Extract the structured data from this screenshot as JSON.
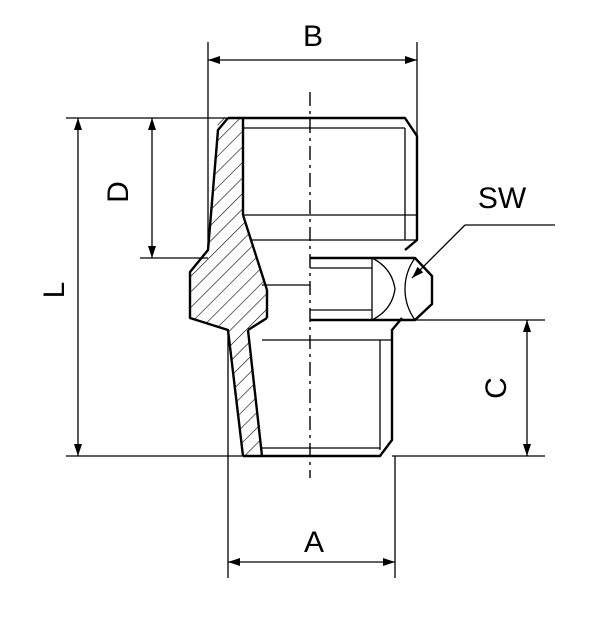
{
  "drawing": {
    "labels": {
      "B": "B",
      "D": "D",
      "L": "L",
      "SW": "SW",
      "C": "C",
      "A": "A"
    },
    "ink_color": "#000000",
    "background_color": "#ffffff"
  }
}
